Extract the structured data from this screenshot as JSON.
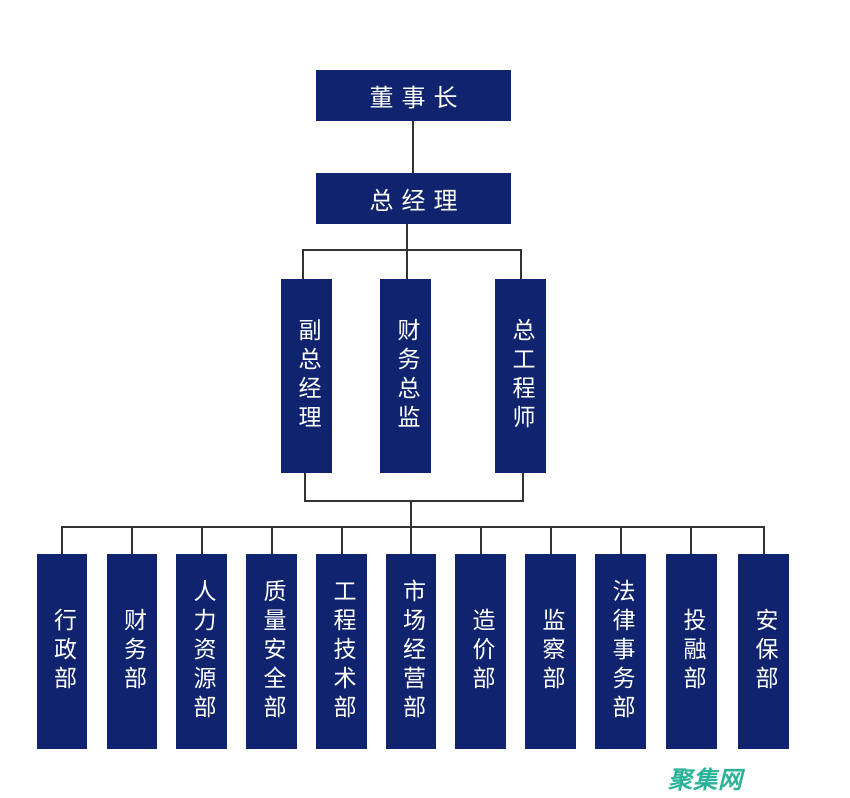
{
  "chart": {
    "root": {
      "label": "董事长"
    },
    "level1": {
      "label": "总经理"
    },
    "level2": [
      {
        "label": "副总经理"
      },
      {
        "label": "财务总监"
      },
      {
        "label": "总工程师"
      }
    ],
    "departments": [
      {
        "label": "行政部"
      },
      {
        "label": "财务部"
      },
      {
        "label": "人力资源部"
      },
      {
        "label": "质量安全部"
      },
      {
        "label": "工程技术部"
      },
      {
        "label": "市场经营部"
      },
      {
        "label": "造价部"
      },
      {
        "label": "监察部"
      },
      {
        "label": "法律事务部"
      },
      {
        "label": "投融部"
      },
      {
        "label": "安保部"
      }
    ]
  },
  "colors": {
    "node_fill": "#0f236e",
    "node_text": "#ffffff",
    "connector": "#333333",
    "watermark": "#2bb39a"
  },
  "watermark": {
    "text": "聚集网"
  }
}
